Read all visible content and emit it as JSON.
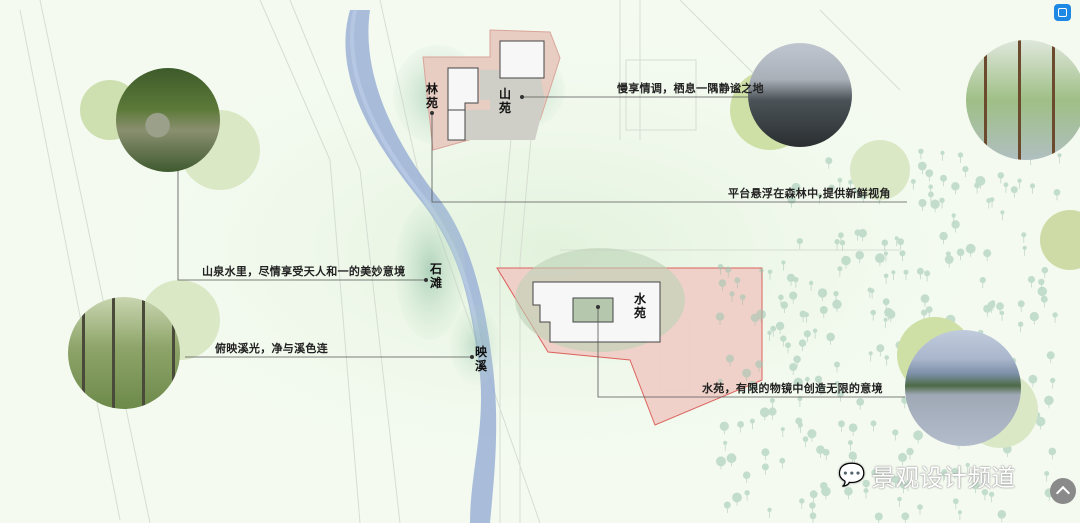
{
  "zones": {
    "lin_yuan": "林苑",
    "shan_yuan": "山苑",
    "shi_tan": "石滩",
    "ying_xi": "映溪",
    "shui_yuan": "水苑"
  },
  "captions": {
    "shan_yuan": "慢享情调，栖息一隅静谧之地",
    "lin_yuan": "平台悬浮在森林中,提供新鲜视角",
    "shi_tan": "山泉水里，尽情享受天人和一的美妙意境",
    "ying_xi": "俯映溪光，净与溪色连",
    "shui_yuan": "水苑，有限的物镜中创造无限的意境"
  },
  "watermark": "景观设计频道",
  "colors": {
    "river": "#8fa8cf",
    "halo_green": "#c9dca0",
    "site_fill": "#e8c9bf",
    "site_outline": "#d9534f",
    "background": "#f4faf0"
  }
}
